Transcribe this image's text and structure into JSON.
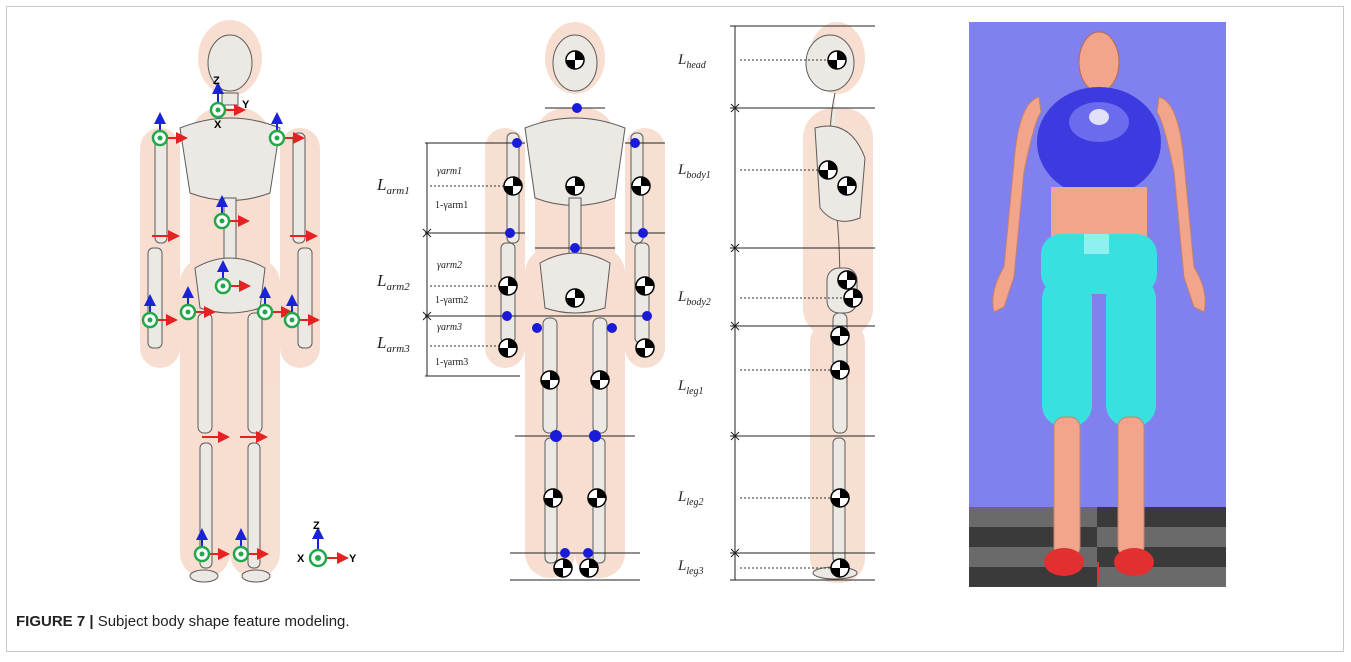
{
  "caption": {
    "label": "FIGURE 7 |",
    "text": " Subject body shape feature modeling."
  },
  "panel_a": {
    "axis_letters": {
      "z": "Z",
      "y": "Y",
      "x": "X"
    }
  },
  "panel_b": {
    "segment_labels": {
      "l_arm1": "L",
      "l_arm1_sub": "arm1",
      "l_arm2": "L",
      "l_arm2_sub": "arm2",
      "l_arm3": "L",
      "l_arm3_sub": "arm3",
      "g_arm1": "γarm1",
      "g_arm1c": "1-γarm1",
      "g_arm2": "γarm2",
      "g_arm2c": "1-γarm2",
      "g_arm3": "γarm3",
      "g_arm3c": "1-γarm3"
    }
  },
  "panel_c": {
    "segment_labels": {
      "head": "L",
      "head_sub": "head",
      "body1": "L",
      "body1_sub": "body1",
      "body2": "L",
      "body2_sub": "body2",
      "leg1": "L",
      "leg1_sub": "leg1",
      "leg2": "L",
      "leg2_sub": "leg2",
      "leg3": "L",
      "leg3_sub": "leg3"
    }
  },
  "colors": {
    "skin_halo": "#f6d9c9",
    "bone": "#ece8e4",
    "outline": "#5c5c5c",
    "axis_z": "#1a23d6",
    "axis_y": "#e52222",
    "axis_x": "#222222",
    "joint_ring": "#22a84a",
    "joint_dot": "#1a1ad9",
    "render_bg": "#8080ee",
    "render_skin": "#f2a58a",
    "render_torso": "#3b3be0",
    "render_pants": "#39e0e0",
    "render_shoes": "#e23030"
  }
}
